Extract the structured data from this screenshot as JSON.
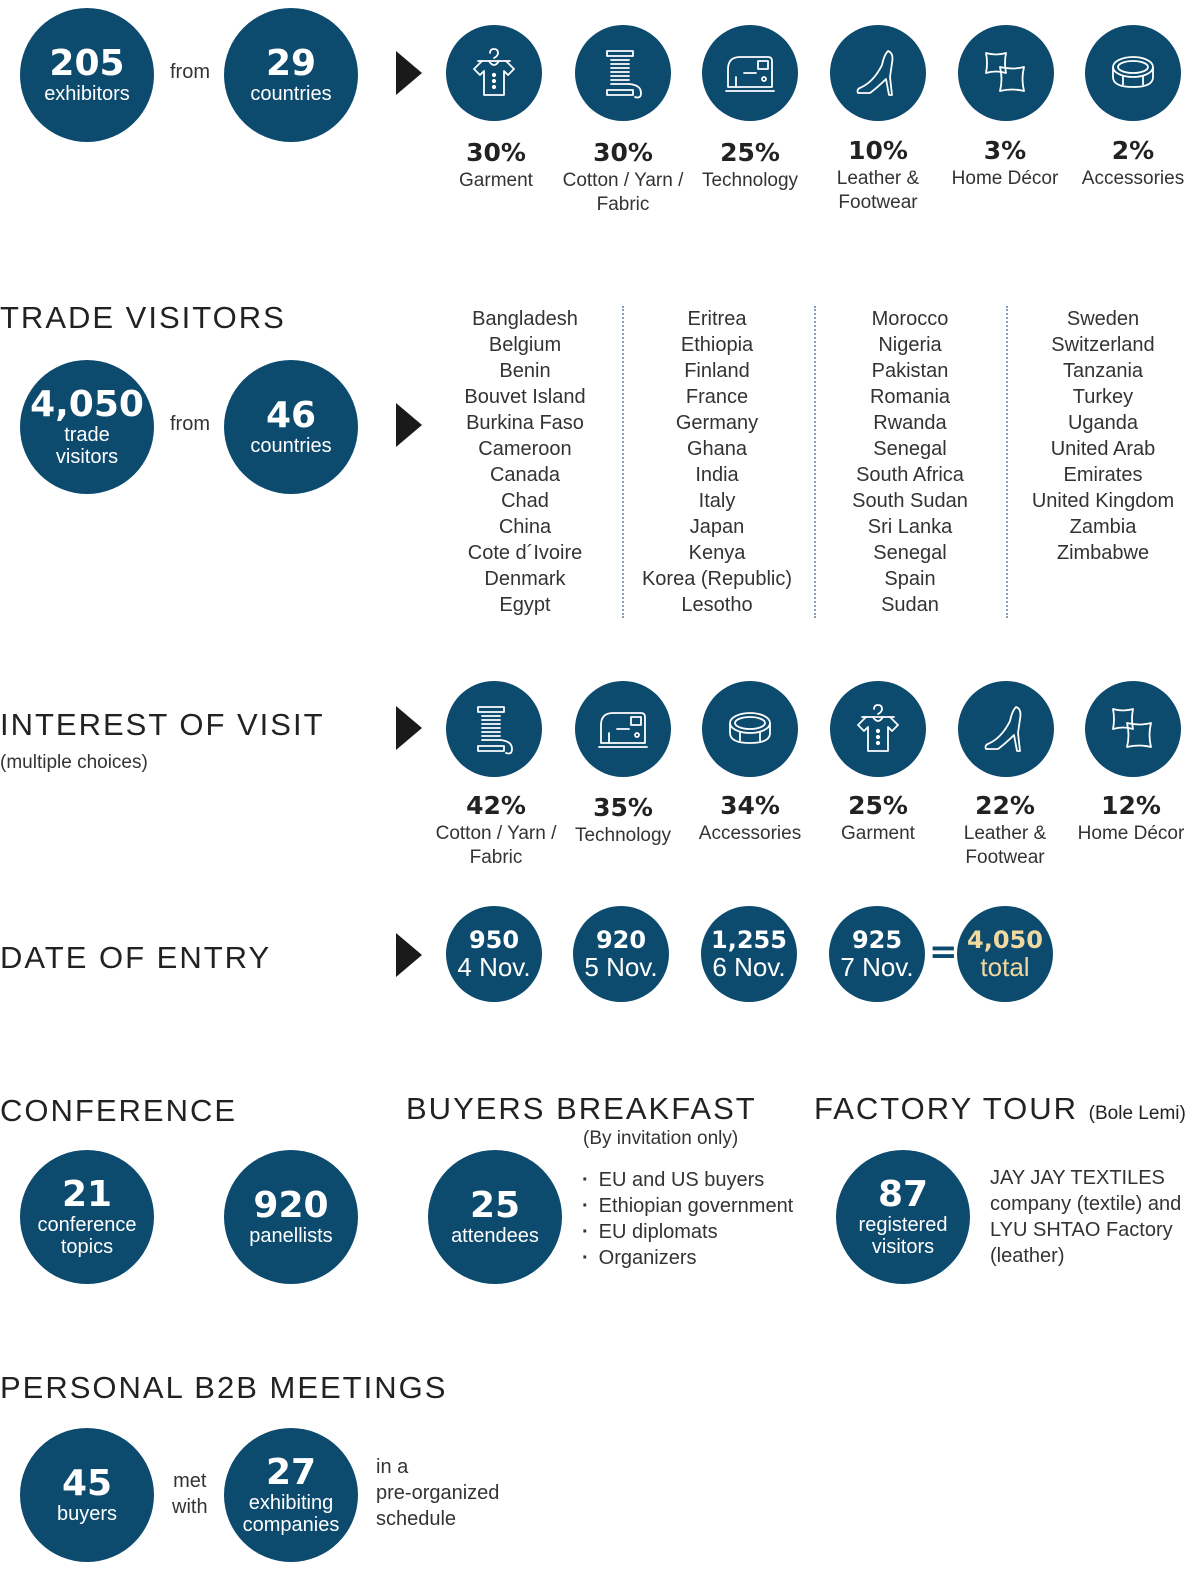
{
  "exhibitors": {
    "count": "205",
    "count_label": "exhibitors",
    "connector": "from",
    "countries": "29",
    "countries_label": "countries"
  },
  "exhibitor_sectors": [
    {
      "pct": "30%",
      "label": "Garment",
      "icon": "garment-icon"
    },
    {
      "pct": "30%",
      "label": "Cotton / Yarn / Fabric",
      "icon": "yarn-spool-icon"
    },
    {
      "pct": "25%",
      "label": "Technology",
      "icon": "sewing-machine-icon"
    },
    {
      "pct": "10%",
      "label": "Leather & Footwear",
      "icon": "high-heel-icon"
    },
    {
      "pct": "3%",
      "label": "Home Décor",
      "icon": "cushion-icon"
    },
    {
      "pct": "2%",
      "label": "Accessories",
      "icon": "bracelet-icon"
    }
  ],
  "trade_visitors": {
    "heading": "TRADE VISITORS",
    "count": "4,050",
    "count_label_1": "trade",
    "count_label_2": "visitors",
    "connector": "from",
    "countries": "46",
    "countries_label": "countries",
    "country_columns": [
      [
        "Bangladesh",
        "Belgium",
        "Benin",
        "Bouvet Island",
        "Burkina Faso",
        "Cameroon",
        "Canada",
        "Chad",
        "China",
        "Cote d´Ivoire",
        "Denmark",
        "Egypt"
      ],
      [
        "Eritrea",
        "Ethiopia",
        "Finland",
        "France",
        "Germany",
        "Ghana",
        "India",
        "Italy",
        "Japan",
        "Kenya",
        "Korea (Republic)",
        "Lesotho"
      ],
      [
        "Morocco",
        "Nigeria",
        "Pakistan",
        "Romania",
        "Rwanda",
        "Senegal",
        "South Africa",
        "South Sudan",
        "Sri Lanka",
        "Senegal",
        "Spain",
        "Sudan"
      ],
      [
        "Sweden",
        "Switzerland",
        "Tanzania",
        "Turkey",
        "Uganda",
        "United Arab",
        "Emirates",
        "United Kingdom",
        "Zambia",
        "Zimbabwe"
      ]
    ]
  },
  "interest": {
    "heading": "INTEREST OF VISIT",
    "subheading": "(multiple choices)",
    "items": [
      {
        "pct": "42%",
        "label": "Cotton / Yarn / Fabric",
        "icon": "yarn-spool-icon"
      },
      {
        "pct": "35%",
        "label": "Technology",
        "icon": "sewing-machine-icon"
      },
      {
        "pct": "34%",
        "label": "Accessories",
        "icon": "bracelet-icon"
      },
      {
        "pct": "25%",
        "label": "Garment",
        "icon": "garment-icon"
      },
      {
        "pct": "22%",
        "label": "Leather & Footwear",
        "icon": "high-heel-icon"
      },
      {
        "pct": "12%",
        "label": "Home Décor",
        "icon": "cushion-icon"
      }
    ]
  },
  "date_of_entry": {
    "heading": "DATE OF ENTRY",
    "days": [
      {
        "count": "950",
        "date": "4 Nov."
      },
      {
        "count": "920",
        "date": "5 Nov."
      },
      {
        "count": "1,255",
        "date": "6 Nov."
      },
      {
        "count": "925",
        "date": "7 Nov."
      }
    ],
    "equals": "=",
    "total": {
      "count": "4,050",
      "label": "total",
      "color": "#f2d9a0"
    }
  },
  "conference": {
    "heading": "CONFERENCE",
    "topics": "21",
    "topics_label_1": "conference",
    "topics_label_2": "topics",
    "panellists": "920",
    "panellists_label": "panellists"
  },
  "buyers_breakfast": {
    "heading": "BUYERS BREAKFAST",
    "note": "(By invitation only)",
    "attendees": "25",
    "attendees_label": "attendees",
    "bullets": [
      "EU and US buyers",
      "Ethiopian government",
      "EU diplomats",
      "Organizers"
    ]
  },
  "factory_tour": {
    "heading": "FACTORY TOUR",
    "location": "(Bole Lemi)",
    "visitors": "87",
    "visitors_label_1": "registered",
    "visitors_label_2": "visitors",
    "description_lines": [
      "JAY JAY TEXTILES",
      "company (textile) and",
      "LYU SHTAO Factory",
      "(leather)"
    ]
  },
  "b2b": {
    "heading": "PERSONAL B2B MEETINGS",
    "buyers": "45",
    "buyers_label": "buyers",
    "connector_1": "met",
    "connector_2": "with",
    "companies": "27",
    "companies_label_1": "exhibiting",
    "companies_label_2": "companies",
    "note_lines": [
      "in a",
      "pre-organized",
      "schedule"
    ]
  },
  "colors": {
    "circle": "#0c4a6e",
    "accent_total": "#f2d9a0"
  }
}
